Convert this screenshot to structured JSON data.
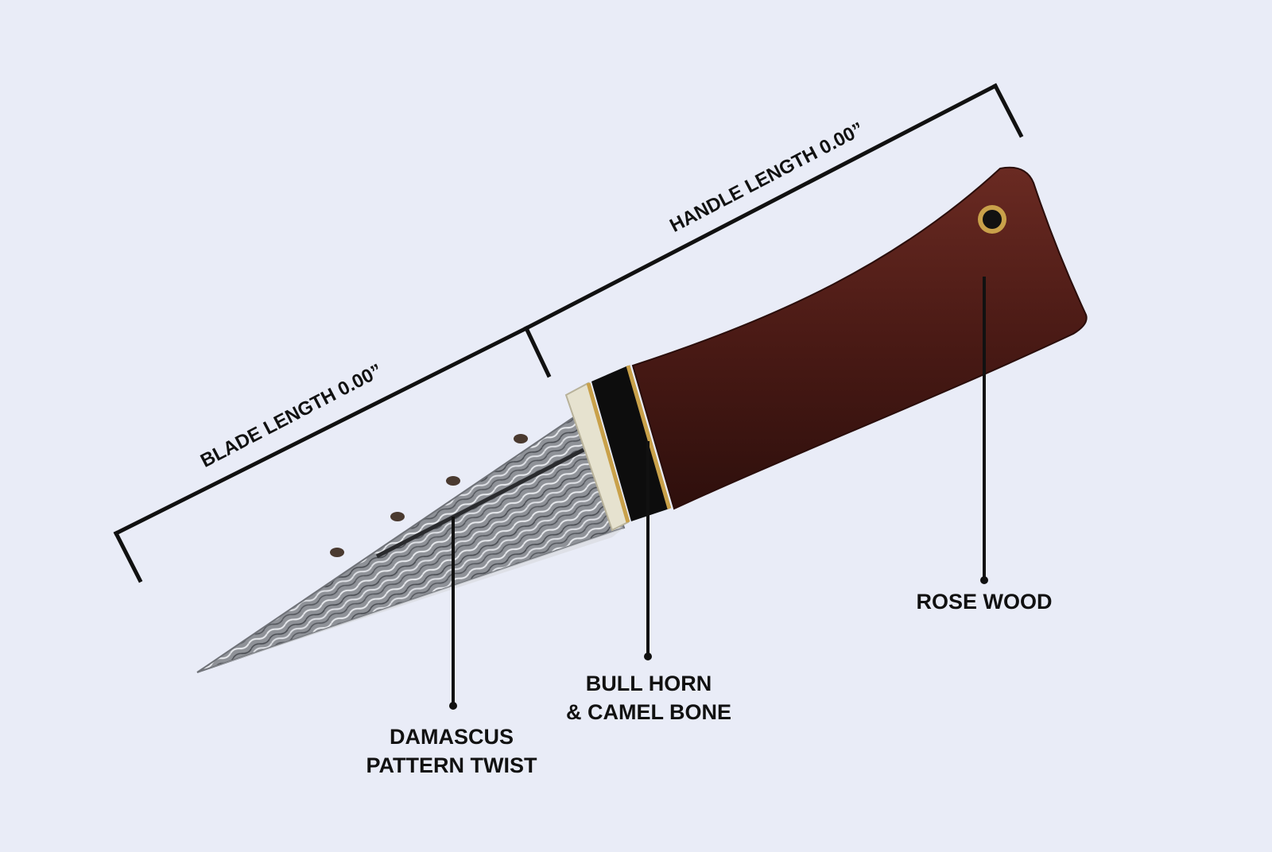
{
  "measurements": {
    "blade_length_label": "BLADE LENGTH 0.00”",
    "handle_length_label": "HANDLE LENGTH 0.00”"
  },
  "callouts": {
    "blade": {
      "line1": "DAMASCUS",
      "line2": "PATTERN TWIST"
    },
    "bolster": {
      "line1": "BULL HORN",
      "line2": "& CAMEL BONE"
    },
    "handle": {
      "line1": "ROSE WOOD"
    }
  },
  "colors": {
    "background": "#e9ecf7",
    "annotation": "#111111",
    "rosewood": "#4a1a15",
    "horn": "#0d0d0d",
    "bone": "#e6e2cf",
    "brass": "#c9a14a",
    "steel": "#9a9da3"
  }
}
